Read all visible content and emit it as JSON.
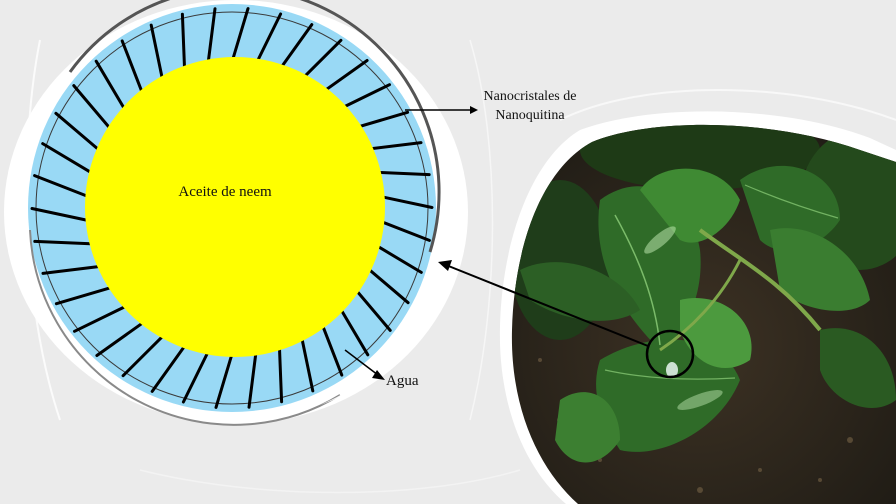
{
  "labels": {
    "core": "Aceite de neem",
    "shell_line1": "Nanocristales de",
    "shell_line2": "Nanoquitina",
    "water": "Agua"
  },
  "colors": {
    "background": "#ebebeb",
    "core": "#ffff00",
    "water": "#99d9f5",
    "spike": "#000000",
    "leaf_dark": "#1f3d1a",
    "leaf_mid": "#2f6b28",
    "leaf_light": "#5aa84a",
    "soil": "#4a3a2a"
  },
  "icons": {
    "arrow": "arrow-right-icon",
    "photo": "avocado-leaf-photo",
    "highlight": "circle-highlight-icon"
  }
}
